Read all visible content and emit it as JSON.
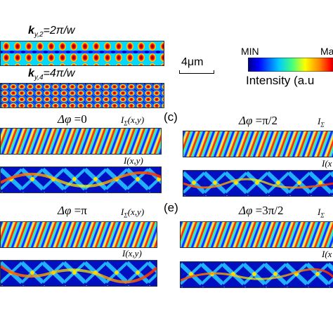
{
  "top": {
    "k2": {
      "symbol": "k",
      "sub": "y,2",
      "rhs": "=2π/w"
    },
    "k4": {
      "symbol": "k",
      "sub": "y,4",
      "rhs": "=4π/w"
    },
    "scale": "4μm"
  },
  "colorbar": {
    "min": "MIN",
    "max": "Ma",
    "label": "Intensity (a.u",
    "colors": [
      "#00007f",
      "#0000ff",
      "#00c8ff",
      "#40ff80",
      "#ffff00",
      "#ff8000",
      "#ff0000",
      "#7f0000"
    ]
  },
  "panels": {
    "c_label": "(c)",
    "e_label": "(e)",
    "left_top": {
      "phase_lhs": "Δφ",
      "phase_rhs": "=0",
      "sum_label": "I",
      "sum_sub": "Σ",
      "sum_args": "(x,y)",
      "int_label": "I(x,y)"
    },
    "right_top": {
      "phase_lhs": "Δφ",
      "phase_rhs": "=π/2",
      "sum_label": "I",
      "sum_sub": "Σ",
      "int_label": "I(x"
    },
    "left_bot": {
      "phase_lhs": "Δφ",
      "phase_rhs": "=π",
      "sum_label": "I",
      "sum_sub": "Σ",
      "sum_args": "(x,y)",
      "int_label": "I(x,y)"
    },
    "right_bot": {
      "phase_lhs": "Δφ",
      "phase_rhs": "=3π/2",
      "sum_label": "I",
      "sum_sub": "Σ",
      "int_label": "I(x"
    }
  }
}
